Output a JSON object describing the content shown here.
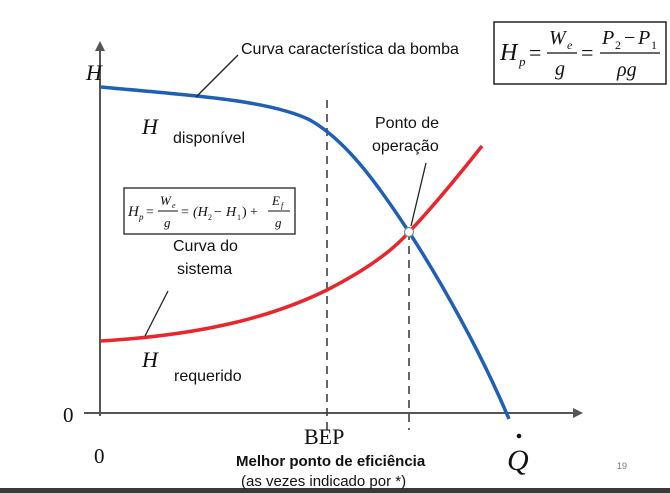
{
  "diagram": {
    "axis_y_label": "H",
    "axis_x_label": "Q",
    "origin_x_label": "0",
    "origin_y_label": "0",
    "bep_label": "BEP",
    "pump_curve_label": "Curva característica da bomba",
    "h_available_letter": "H",
    "h_available_text": "disponível",
    "operating_point_label_line1": "Ponto de",
    "operating_point_label_line2": "operação",
    "system_curve_label_line1": "Curva do",
    "system_curve_label_line2": "sistema",
    "h_required_letter": "H",
    "h_required_text": "requerido",
    "bep_caption": "Melhor ponto de eficiência",
    "bep_note": "(as vezes indicado por *)",
    "page_number": "19",
    "pump_curve_color": "#1f5fb5",
    "system_curve_color": "#e8262b"
  },
  "formula_top": {
    "lhs": "H",
    "lhs_sub": "p",
    "eq1": "=",
    "frac1_num": "W",
    "frac1_num_sub": "e",
    "frac1_den": "g",
    "eq2": "=",
    "frac2_num_a": "P",
    "frac2_num_a_sub": "2",
    "frac2_minus": "−",
    "frac2_num_b": "P",
    "frac2_num_b_sub": "1",
    "frac2_den": "ρg"
  },
  "formula_mid": {
    "lhs": "H",
    "lhs_sub": "p",
    "eq1": "=",
    "frac1_num": "W",
    "frac1_num_sub": "e",
    "frac1_den": "g",
    "eq2": "=",
    "paren": "(H",
    "paren_sub1": "2",
    "paren_minus": " − H",
    "paren_sub2": "1",
    "paren_close": ")",
    "plus": "+",
    "frac2_num": "E",
    "frac2_num_sub": "f",
    "frac2_den": "g"
  }
}
